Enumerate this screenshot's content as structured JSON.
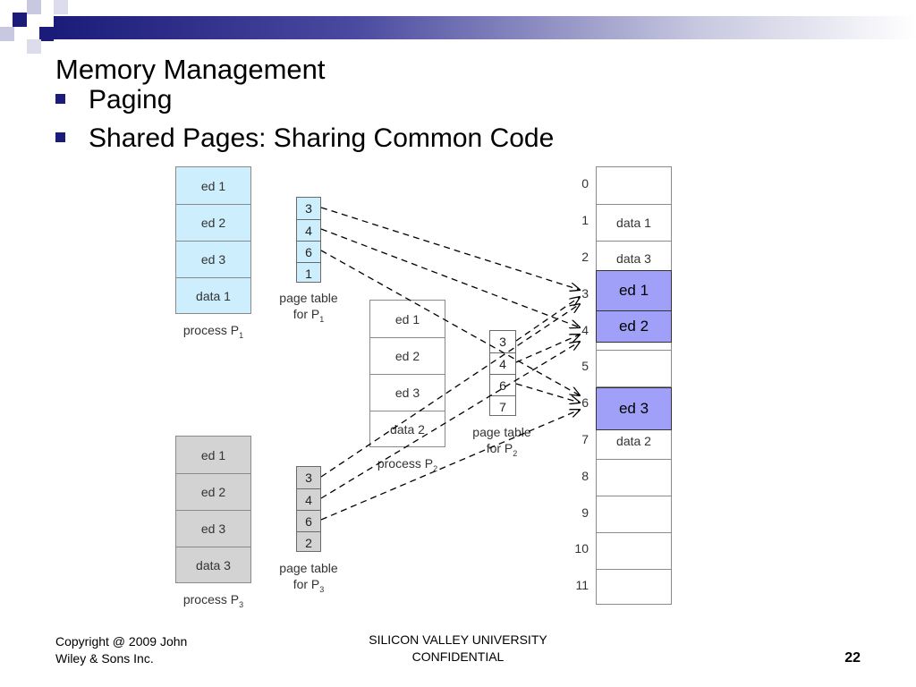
{
  "slide": {
    "title": "Memory Management",
    "bullets": [
      "Paging",
      "Shared Pages: Sharing Common Code"
    ],
    "page_number": "22"
  },
  "footer": {
    "left_line1": "Copyright @ 2009 John",
    "left_line2": "Wiley & Sons Inc.",
    "center_line1": "SILICON VALLEY UNIVERSITY",
    "center_line2": "CONFIDENTIAL"
  },
  "diagram": {
    "process1": {
      "pages": [
        "ed 1",
        "ed 2",
        "ed 3",
        "data 1"
      ],
      "label": "process P",
      "sub": "1",
      "color": "#cdeefc"
    },
    "process2": {
      "pages": [
        "ed 1",
        "ed 2",
        "ed 3",
        "data 2"
      ],
      "label": "process P",
      "sub": "2",
      "color": "#ffffff"
    },
    "process3": {
      "pages": [
        "ed 1",
        "ed 2",
        "ed 3",
        "data 3"
      ],
      "label": "process P",
      "sub": "3",
      "color": "#d3d3d3"
    },
    "pagetable1": {
      "entries": [
        "3",
        "4",
        "6",
        "1"
      ],
      "label1": "page table",
      "label2": "for P",
      "sub": "1",
      "color": "#cdeefc"
    },
    "pagetable2": {
      "entries": [
        "3",
        "4",
        "6",
        "7"
      ],
      "label1": "page table",
      "label2": "for P",
      "sub": "2",
      "color": "#ffffff"
    },
    "pagetable3": {
      "entries": [
        "3",
        "4",
        "6",
        "2"
      ],
      "label1": "page table",
      "label2": "for P",
      "sub": "3",
      "color": "#d3d3d3"
    },
    "memory": {
      "frame_numbers": [
        "0",
        "1",
        "2",
        "3",
        "4",
        "5",
        "6",
        "7",
        "8",
        "9",
        "10",
        "11"
      ],
      "frames": [
        "",
        "data 1",
        "data 3",
        "",
        "",
        "",
        "",
        "data 2",
        "",
        "",
        "",
        ""
      ],
      "highlighted": [
        {
          "frame": 3,
          "label": "ed 1"
        },
        {
          "frame": 4,
          "label": "ed 2"
        },
        {
          "frame": 6,
          "label": "ed 3"
        }
      ],
      "highlight_color": "#a0a0f8"
    }
  }
}
